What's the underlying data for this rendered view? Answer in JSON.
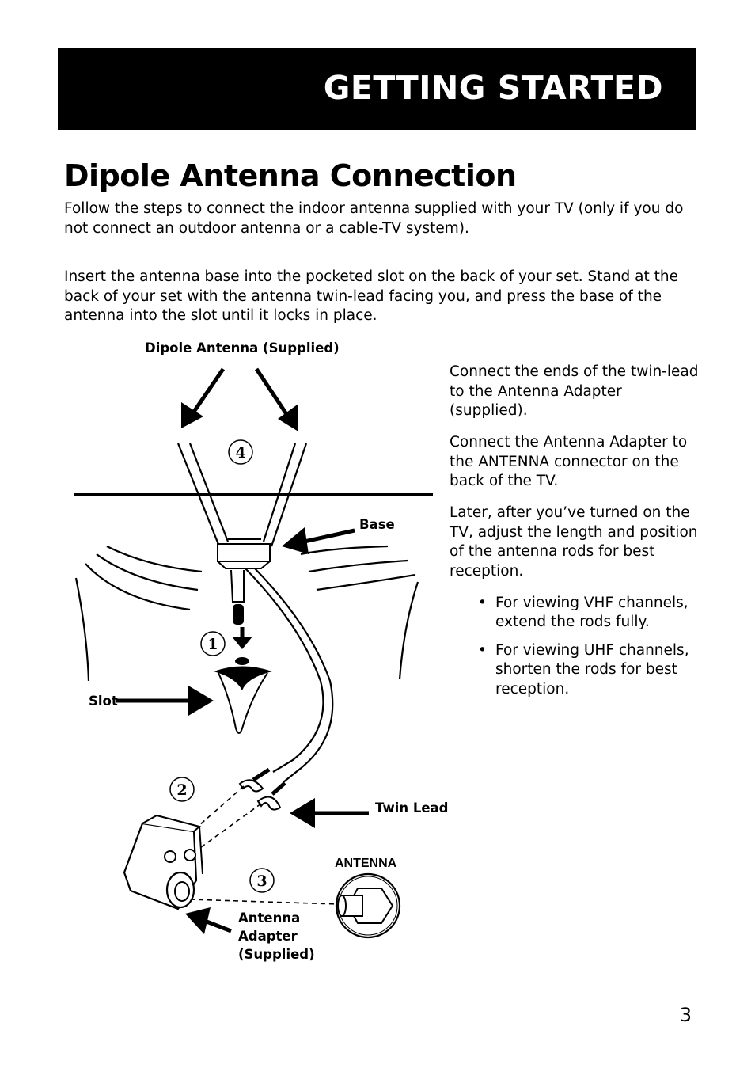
{
  "header": {
    "title": "GETTING STARTED"
  },
  "section": {
    "title": "Dipole Antenna Connection",
    "intro": "Follow the steps to connect the indoor antenna supplied with your TV (only if you do not connect an outdoor antenna or a cable-TV system).",
    "insert_instructions": "Insert the antenna base into the pocketed slot on the back of your set.  Stand at the back of your set with the antenna twin-lead facing you, and press the base of the antenna into the slot until it locks in place."
  },
  "steps_text": {
    "connect_ends": "Connect the ends of the twin-lead to the Antenna Adapter (supplied).",
    "connect_adapter": "Connect the Antenna Adapter to the ANTENNA connector on the back of the TV.",
    "adjust": "Later, after you’ve turned on the TV, adjust the length and position of the antenna rods for best reception.",
    "bullets": [
      "For viewing VHF channels, extend the rods fully.",
      "For viewing UHF channels, shorten the rods for best reception."
    ]
  },
  "diagram": {
    "labels": {
      "dipole_antenna": "Dipole Antenna (Supplied)",
      "base": "Base",
      "slot": "Slot",
      "twin_lead": "Twin Lead",
      "antenna_connector": "ANTENNA",
      "antenna_adapter": "Antenna Adapter (Supplied)"
    },
    "step_numbers": [
      "1",
      "2",
      "3",
      "4"
    ]
  },
  "page": {
    "number": "3"
  }
}
